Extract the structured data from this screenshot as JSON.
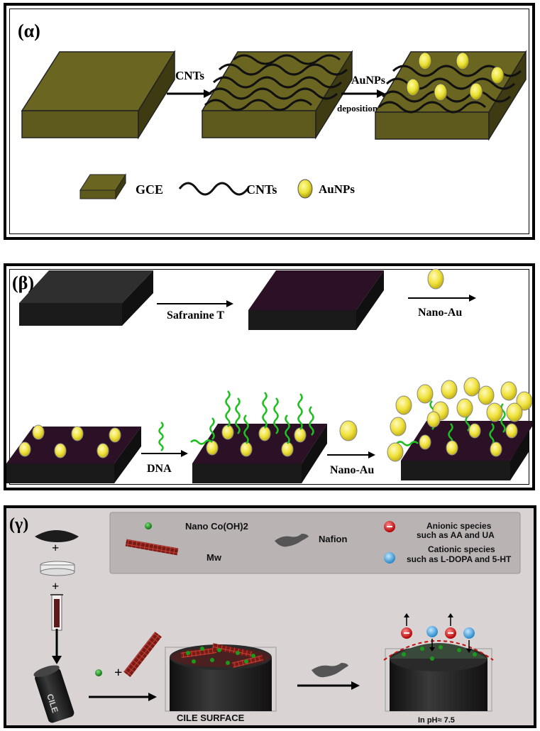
{
  "panels": {
    "a": {
      "label": "(α)",
      "arrow1": "CNTs",
      "arrow2_line1": "AuNPs",
      "arrow2_line2": "deposition",
      "legend": {
        "gce": "GCE",
        "cnts": "CNTs",
        "aunps": "AuNPs"
      }
    },
    "b": {
      "label": "(β)",
      "arrow1": "Safranine T",
      "arrow2": "Nano-Au",
      "arrow3": "DNA",
      "arrow4": "Nano-Au"
    },
    "c": {
      "label": "(γ)",
      "legend": {
        "co": "Nano Co(OH)2",
        "mw": "Mw",
        "nafion": "Nafion",
        "anionic1": "Anionic species",
        "anionic2": "such as AA and UA",
        "cationic1": "Cationic species",
        "cationic2": "such as L-DOPA and 5-HT"
      },
      "plus1": "+",
      "plus2": "+",
      "plus3": "+",
      "cile": "CILE",
      "surface": "CILE SURFACE",
      "ph": "In pH≈ 7.5"
    }
  },
  "colors": {
    "gce": "#5e5a1e",
    "dark": "#2a2a2a",
    "purple": "#260f22",
    "gold": "#e8e032",
    "dna": "#1fbf1f"
  }
}
